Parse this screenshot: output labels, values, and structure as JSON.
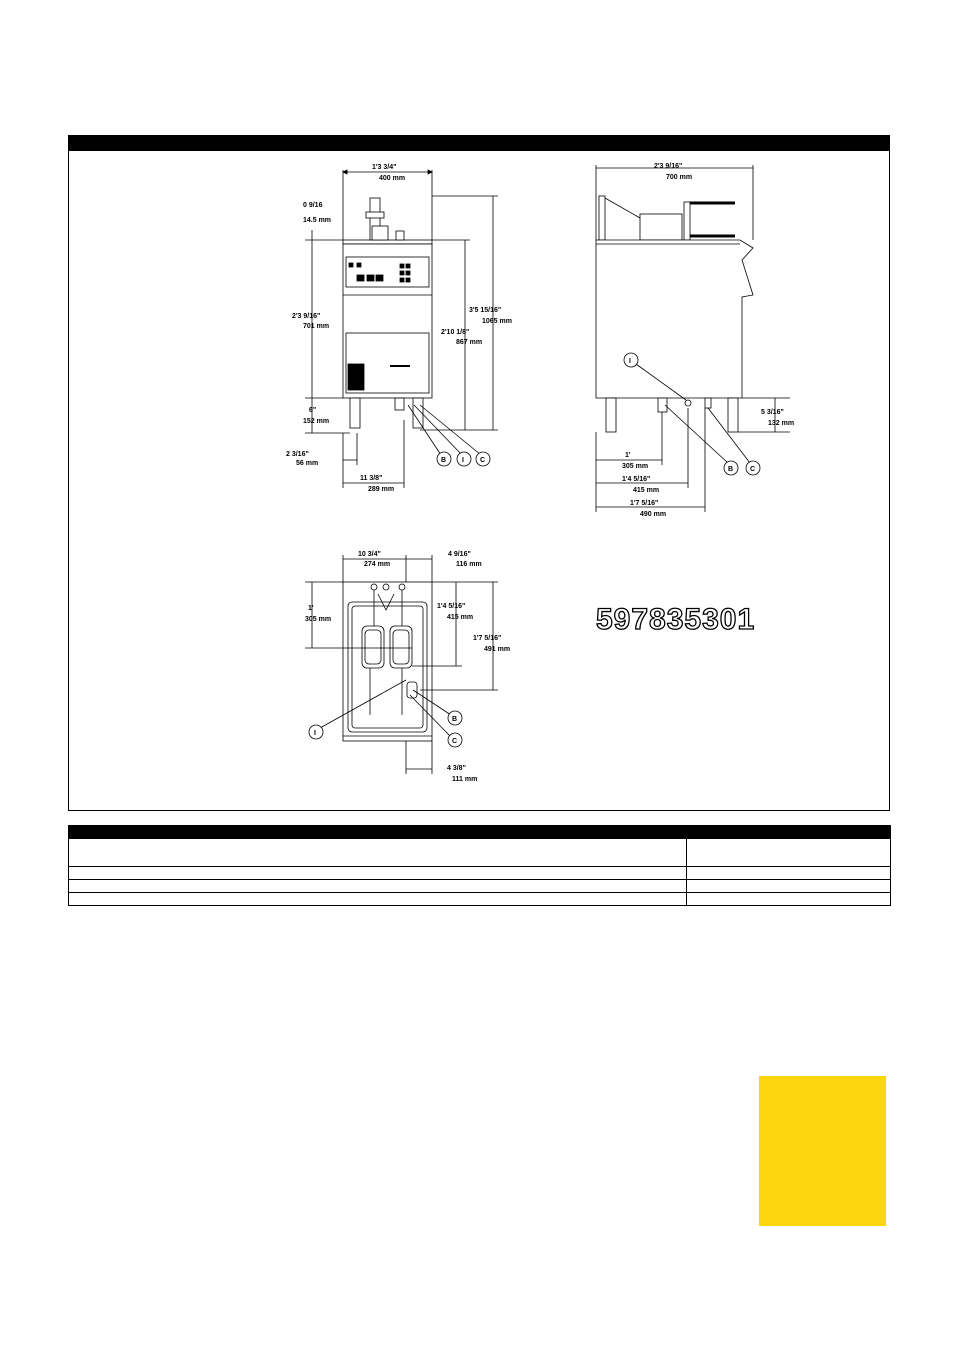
{
  "drawing_code": "597835301",
  "callouts": {
    "I": "I",
    "B": "B",
    "C": "C"
  },
  "front_view": {
    "width_ft": "1'3 3/4\"",
    "width_mm": "400 mm",
    "top_offset_ft": "0 9/16",
    "top_offset_mm": "14.5 mm",
    "body_height_ft": "2'3 9/16\"",
    "body_height_mm": "701 mm",
    "work_height_ft": "2'10 1/8\"",
    "work_height_mm": "867 mm",
    "total_height_ft": "3'5 15/16\"",
    "total_height_mm": "1065 mm",
    "leg_height_ft": "6\"",
    "leg_height_mm": "152 mm",
    "leg_offset_ft": "2 3/16\"",
    "leg_offset_mm": "56 mm",
    "connection_ft": "11 3/8\"",
    "connection_mm": "289 mm"
  },
  "side_view": {
    "depth_ft": "2'3 9/16\"",
    "depth_mm": "700 mm",
    "leg_height_ft": "5 3/16\"",
    "leg_height_mm": "132 mm",
    "d1_ft": "1'",
    "d1_mm": "305 mm",
    "d2_ft": "1'4 5/16\"",
    "d2_mm": "415 mm",
    "d3_ft": "1'7 5/16\"",
    "d3_mm": "490 mm"
  },
  "top_view": {
    "w1_ft": "10 3/4\"",
    "w1_mm": "274 mm",
    "w2_ft": "4 9/16\"",
    "w2_mm": "116 mm",
    "d1_ft": "1'",
    "d1_mm": "305 mm",
    "d2_ft": "1'4 5/16\"",
    "d2_mm": "415 mm",
    "d3_ft": "1'7 5/16\"",
    "d3_mm": "491 mm",
    "d4_ft": "4 3/8\"",
    "d4_mm": "111 mm"
  }
}
